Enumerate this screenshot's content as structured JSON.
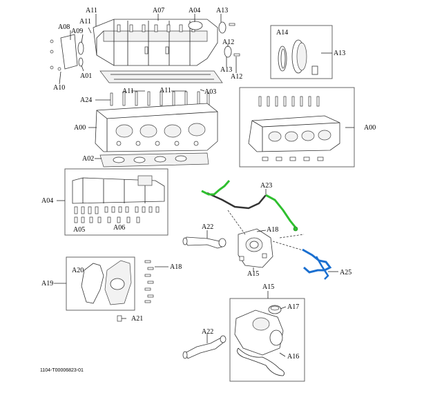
{
  "colors": {
    "green_pipe": "#2fbf2f",
    "blue_pipe": "#1a6fd0",
    "line": "#222222"
  },
  "labels": {
    "A00": "A00",
    "A01": "A01",
    "A02": "A02",
    "A03": "A03",
    "A04": "A04",
    "A05": "A05",
    "A06": "A06",
    "A07": "A07",
    "A08": "A08",
    "A09": "A09",
    "A10": "A10",
    "A11": "A11",
    "A12": "A12",
    "A13": "A13",
    "A14": "A14",
    "A15": "A15",
    "A16": "A16",
    "A17": "A17",
    "A18": "A18",
    "A19": "A19",
    "A20": "A20",
    "A21": "A21",
    "A22": "A22",
    "A23": "A23",
    "A24": "A24",
    "A25": "A25"
  },
  "footer": {
    "code": "1104-T00006823-01"
  }
}
